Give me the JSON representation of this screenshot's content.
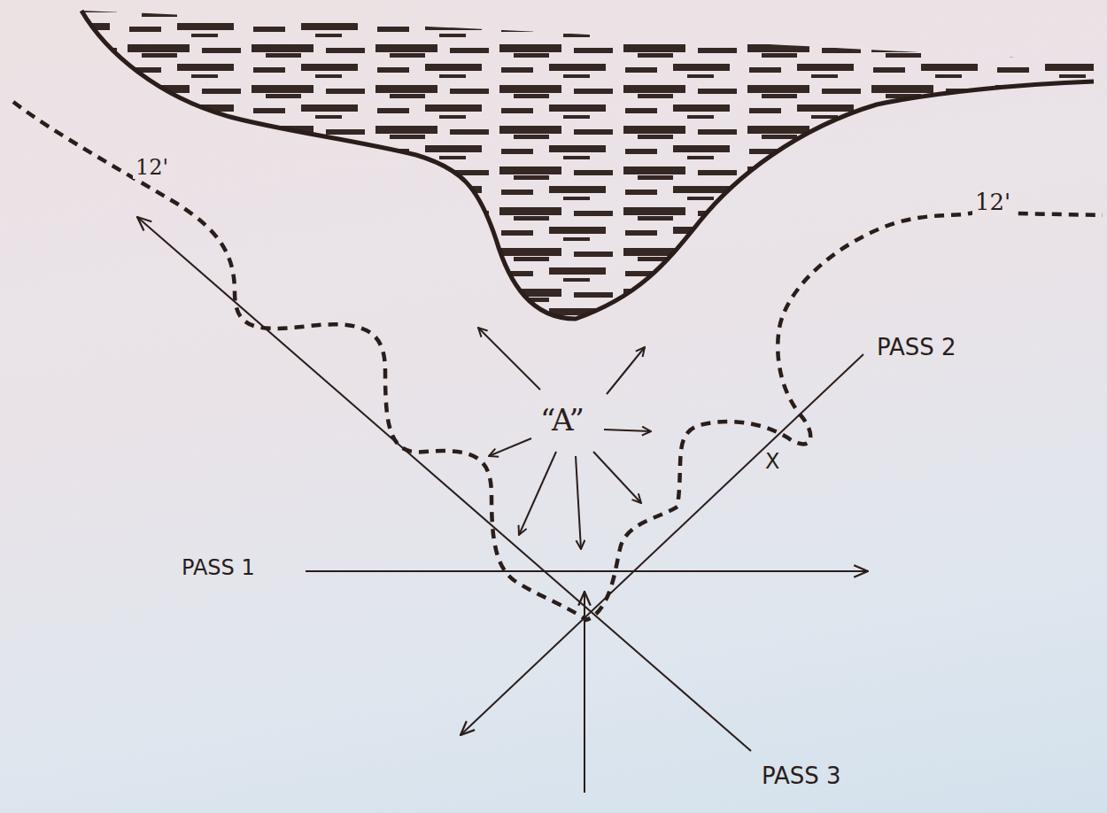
{
  "diagram": {
    "labels": [
      "12'",
      "12'",
      "PASS 2",
      "“A”",
      "X",
      "PASS 1",
      "PASS 3"
    ]
  }
}
